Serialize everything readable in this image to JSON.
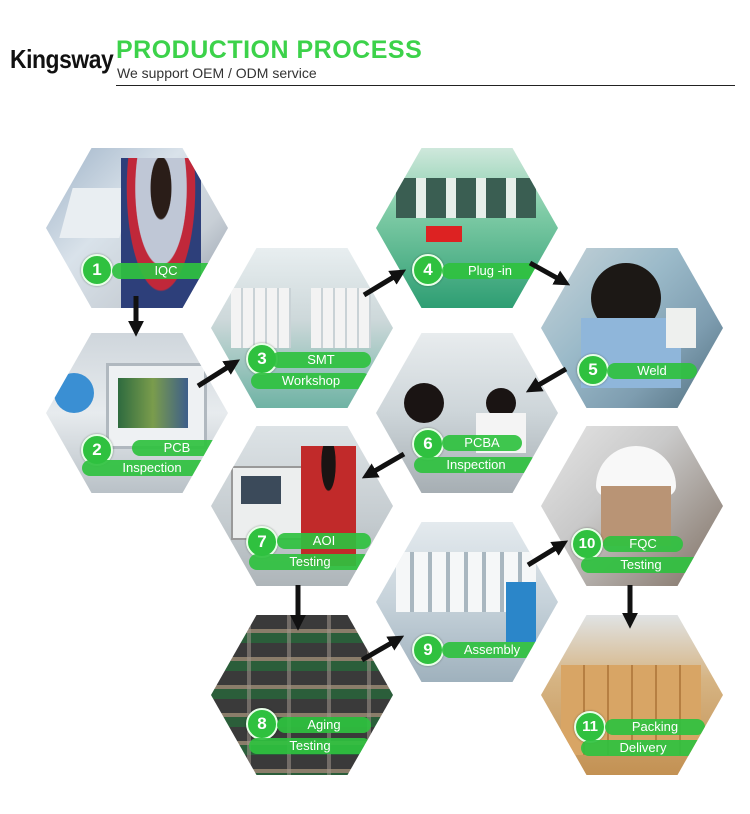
{
  "header": {
    "brand": "Kingsway",
    "title": "PRODUCTION PROCESS",
    "subtitle": "We support OEM / ODM service"
  },
  "steps": [
    {
      "num": "1",
      "line1": "IQC",
      "line2": ""
    },
    {
      "num": "2",
      "line1": "PCB",
      "line2": "Inspection"
    },
    {
      "num": "3",
      "line1": "SMT",
      "line2": "Workshop"
    },
    {
      "num": "4",
      "line1": "Plug -in",
      "line2": ""
    },
    {
      "num": "5",
      "line1": "Weld",
      "line2": ""
    },
    {
      "num": "6",
      "line1": "PCBA",
      "line2": "Inspection"
    },
    {
      "num": "7",
      "line1": "AOI",
      "line2": "Testing"
    },
    {
      "num": "8",
      "line1": "Aging",
      "line2": "Testing"
    },
    {
      "num": "9",
      "line1": "Assembly",
      "line2": ""
    },
    {
      "num": "10",
      "line1": "FQC",
      "line2": "Testing"
    },
    {
      "num": "11",
      "line1": "Packing",
      "line2": "Delivery"
    }
  ]
}
